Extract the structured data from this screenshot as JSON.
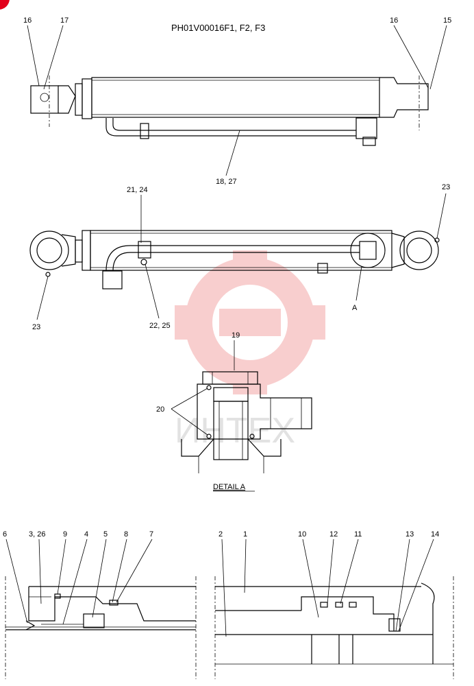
{
  "diagram": {
    "title": "PH01V00016F1, F2, F3",
    "watermark": "ИНТЕХ",
    "detail_caption": "DETAIL A",
    "callouts_top": {
      "l16": "16",
      "l17": "17",
      "r16": "16",
      "r15": "15",
      "pipe": "18, 27"
    },
    "callouts_mid": {
      "clamp": "21, 24",
      "bolt": "22, 25",
      "grease_r": "23",
      "grease_l": "23",
      "detail": "A"
    },
    "callouts_detail": {
      "cap": "19",
      "rings": "20"
    },
    "callouts_bottom_left": {
      "c6": "6",
      "c326": "3, 26",
      "c9": "9",
      "c4": "4",
      "c5": "5",
      "c8": "8",
      "c7": "7"
    },
    "callouts_bottom_right": {
      "c2": "2",
      "c1": "1",
      "c10": "10",
      "c12": "12",
      "c11": "11",
      "c13": "13",
      "c14": "14"
    },
    "colors": {
      "line": "#000000",
      "watermark": "#f3a7a7",
      "badge": "#e2001a"
    }
  }
}
